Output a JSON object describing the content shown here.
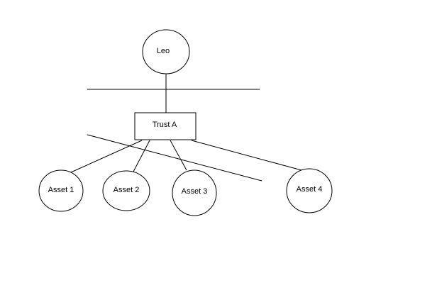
{
  "nodes": {
    "leo": {
      "label": "Leo"
    },
    "trust_a": {
      "label": "Trust A"
    },
    "asset_1": {
      "label": "Asset 1"
    },
    "asset_2": {
      "label": "Asset 2"
    },
    "asset_3": {
      "label": "Asset 3"
    },
    "asset_4": {
      "label": "Asset 4"
    }
  },
  "colors": {
    "stroke": "#000000",
    "background": "#ffffff"
  }
}
